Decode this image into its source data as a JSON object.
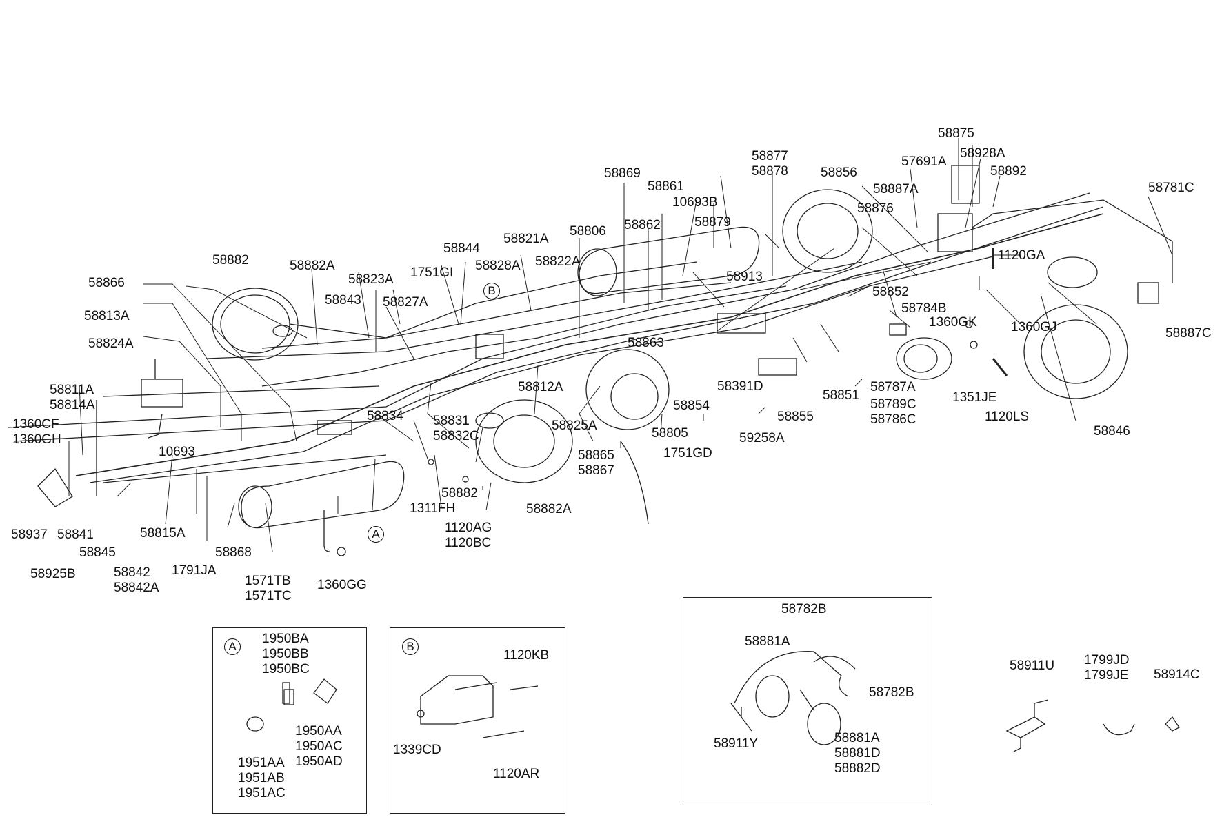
{
  "labels": [
    {
      "id": "p58875",
      "lines": [
        "58875"
      ]
    },
    {
      "id": "p58877",
      "lines": [
        "58877",
        "58878"
      ]
    },
    {
      "id": "p58856",
      "lines": [
        "58856"
      ]
    },
    {
      "id": "p57691A",
      "lines": [
        "57691A"
      ]
    },
    {
      "id": "p58928A",
      "lines": [
        "58928A"
      ]
    },
    {
      "id": "p58892",
      "lines": [
        "58892"
      ]
    },
    {
      "id": "p58781C",
      "lines": [
        "58781C"
      ]
    },
    {
      "id": "p58887A",
      "lines": [
        "58887A"
      ]
    },
    {
      "id": "p58869",
      "lines": [
        "58869"
      ]
    },
    {
      "id": "p58861",
      "lines": [
        "58861"
      ]
    },
    {
      "id": "p10693B",
      "lines": [
        "10693B"
      ]
    },
    {
      "id": "p58876",
      "lines": [
        "58876"
      ]
    },
    {
      "id": "p58879",
      "lines": [
        "58879"
      ]
    },
    {
      "id": "p58806",
      "lines": [
        "58806"
      ]
    },
    {
      "id": "p58862",
      "lines": [
        "58862"
      ]
    },
    {
      "id": "p58844",
      "lines": [
        "58844"
      ]
    },
    {
      "id": "p58821A",
      "lines": [
        "58821A"
      ]
    },
    {
      "id": "p1120GA",
      "lines": [
        "1120GA"
      ]
    },
    {
      "id": "p58882",
      "lines": [
        "58882"
      ]
    },
    {
      "id": "p58882A",
      "lines": [
        "58882A"
      ]
    },
    {
      "id": "p1751GI",
      "lines": [
        "1751GI"
      ]
    },
    {
      "id": "p58828A",
      "lines": [
        "58828A"
      ]
    },
    {
      "id": "p58822A",
      "lines": [
        "58822A"
      ]
    },
    {
      "id": "p58913",
      "lines": [
        "58913"
      ]
    },
    {
      "id": "p58866",
      "lines": [
        "58866"
      ]
    },
    {
      "id": "p58823A",
      "lines": [
        "58823A"
      ]
    },
    {
      "id": "p58852",
      "lines": [
        "58852"
      ]
    },
    {
      "id": "p58843",
      "lines": [
        "58843"
      ]
    },
    {
      "id": "p58813A",
      "lines": [
        "58813A"
      ]
    },
    {
      "id": "p58827A",
      "lines": [
        "58827A"
      ]
    },
    {
      "id": "p58784B",
      "lines": [
        "58784B"
      ]
    },
    {
      "id": "p1360GK",
      "lines": [
        "1360GK"
      ]
    },
    {
      "id": "p1360GJ",
      "lines": [
        "1360GJ"
      ]
    },
    {
      "id": "p58887C",
      "lines": [
        "58887C"
      ]
    },
    {
      "id": "p58824A",
      "lines": [
        "58824A"
      ]
    },
    {
      "id": "p58863",
      "lines": [
        "58863"
      ]
    },
    {
      "id": "p58812A",
      "lines": [
        "58812A"
      ]
    },
    {
      "id": "p58391D",
      "lines": [
        "58391D"
      ]
    },
    {
      "id": "p58851",
      "lines": [
        "58851"
      ]
    },
    {
      "id": "p58787A",
      "lines": [
        "58787A"
      ]
    },
    {
      "id": "p1351JE",
      "lines": [
        "1351JE"
      ]
    },
    {
      "id": "p58811A",
      "lines": [
        "58811A",
        "58814A"
      ]
    },
    {
      "id": "p58831",
      "lines": [
        "58831",
        "58832C"
      ]
    },
    {
      "id": "p58854",
      "lines": [
        "58854"
      ]
    },
    {
      "id": "p58789C",
      "lines": [
        "58789C",
        "58786C"
      ]
    },
    {
      "id": "p1120LS",
      "lines": [
        "1120LS"
      ]
    },
    {
      "id": "p1360CF",
      "lines": [
        "1360CF",
        "1360GH"
      ]
    },
    {
      "id": "p58834",
      "lines": [
        "58834"
      ]
    },
    {
      "id": "p58825A",
      "lines": [
        "58825A"
      ]
    },
    {
      "id": "p58805",
      "lines": [
        "58805"
      ]
    },
    {
      "id": "p58855",
      "lines": [
        "58855"
      ]
    },
    {
      "id": "p58846",
      "lines": [
        "58846"
      ]
    },
    {
      "id": "p59258A",
      "lines": [
        "59258A"
      ]
    },
    {
      "id": "p10693",
      "lines": [
        "10693"
      ]
    },
    {
      "id": "p1751GD",
      "lines": [
        "1751GD"
      ]
    },
    {
      "id": "p58865",
      "lines": [
        "58865",
        "58867"
      ]
    },
    {
      "id": "p58882b",
      "lines": [
        "58882"
      ]
    },
    {
      "id": "p1311FH",
      "lines": [
        "1311FH"
      ]
    },
    {
      "id": "p58882Ab",
      "lines": [
        "58882A"
      ]
    },
    {
      "id": "p58815A",
      "lines": [
        "58815A"
      ]
    },
    {
      "id": "p1120AG",
      "lines": [
        "1120AG",
        "1120BC"
      ]
    },
    {
      "id": "p58937",
      "lines": [
        "58937"
      ]
    },
    {
      "id": "p58841",
      "lines": [
        "58841"
      ]
    },
    {
      "id": "p58845",
      "lines": [
        "58845"
      ]
    },
    {
      "id": "p58868",
      "lines": [
        "58868"
      ]
    },
    {
      "id": "p58925B",
      "lines": [
        "58925B"
      ]
    },
    {
      "id": "p58842",
      "lines": [
        "58842",
        "58842A"
      ]
    },
    {
      "id": "p1791JA",
      "lines": [
        "1791JA"
      ]
    },
    {
      "id": "p1571TB",
      "lines": [
        "1571TB",
        "1571TC"
      ]
    },
    {
      "id": "p1360GG",
      "lines": [
        "1360GG"
      ]
    },
    {
      "id": "p58782B",
      "lines": [
        "58782B"
      ]
    },
    {
      "id": "p58881A",
      "lines": [
        "58881A"
      ]
    },
    {
      "id": "p58782Bb",
      "lines": [
        "58782B"
      ]
    },
    {
      "id": "p58911Y",
      "lines": [
        "58911Y"
      ]
    },
    {
      "id": "p58881Ab",
      "lines": [
        "58881A",
        "58881D",
        "58882D"
      ]
    },
    {
      "id": "p1950BA",
      "lines": [
        "1950BA",
        "1950BB",
        "1950BC"
      ]
    },
    {
      "id": "p1950AA",
      "lines": [
        "1950AA",
        "1950AC",
        "1950AD"
      ]
    },
    {
      "id": "p1951AA",
      "lines": [
        "1951AA",
        "1951AB",
        "1951AC"
      ]
    },
    {
      "id": "p1120KB",
      "lines": [
        "1120KB"
      ]
    },
    {
      "id": "p1339CD",
      "lines": [
        "1339CD"
      ]
    },
    {
      "id": "p1120AR",
      "lines": [
        "1120AR"
      ]
    },
    {
      "id": "p58911U",
      "lines": [
        "58911U"
      ]
    },
    {
      "id": "p1799JD",
      "lines": [
        "1799JD",
        "1799JE"
      ]
    },
    {
      "id": "p58914C",
      "lines": [
        "58914C"
      ]
    }
  ],
  "markers": [
    {
      "id": "mB",
      "text": "B"
    },
    {
      "id": "mA",
      "text": "A"
    },
    {
      "id": "inA",
      "text": "A"
    },
    {
      "id": "inB",
      "text": "B"
    }
  ]
}
